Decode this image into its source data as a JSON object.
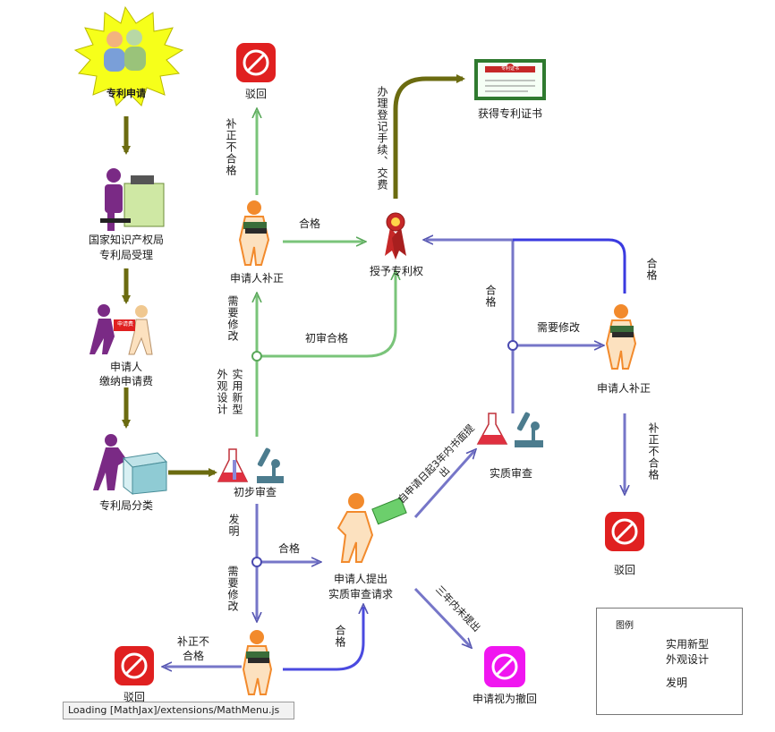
{
  "nodes": {
    "patent_application": "专利申请",
    "reception_line1": "国家知识产权局",
    "reception_line2": "专利局受理",
    "fee_line1": "申请人",
    "fee_line2": "缴纳申请费",
    "fee_slip": "申请费",
    "classify": "专利局分类",
    "prelim_exam": "初步审查",
    "reject_top": "驳回",
    "applicant_correct_left": "申请人补正",
    "grant": "授予专利权",
    "certificate": "获得专利证书",
    "cert_banner": "专利证书",
    "applicant_correct_right": "申请人补正",
    "substantive_exam": "实质审查",
    "reject_right": "驳回",
    "request_line1": "申请人提出",
    "request_line2": "实质审查请求",
    "withdraw": "申请视为撤回",
    "reject_bottom": "驳回"
  },
  "edges": {
    "correction_fail_top": "补正不合格",
    "qualified_left": "合格",
    "register_fee": "办理登记手续、交费",
    "qualified_right_top": "合格",
    "qualified_mid": "合格",
    "need_modify_right": "需要修改",
    "need_modify_left": "需要修改",
    "utility_design": "实用新型外观设计",
    "prelim_pass": "初审合格",
    "within_3yrs": "自申请日起3年内书面提出",
    "correction_fail_right": "补正不合格",
    "invention": "发明",
    "qualified_request": "合格",
    "need_modify_bottom": "需要修改",
    "not_within_3yrs": "三年内未提出",
    "correction_fail_bottom": "补正不合格",
    "qualified_bottom": "合格"
  },
  "legend": {
    "title": "图例",
    "utility_line1": "实用新型",
    "utility_line2": "外观设计",
    "invention": "发明",
    "colors": {
      "utility": "#8fd88f",
      "invention": "#6e6ec8"
    }
  },
  "status_bar": "Loading [MathJax]/extensions/MathMenu.js"
}
